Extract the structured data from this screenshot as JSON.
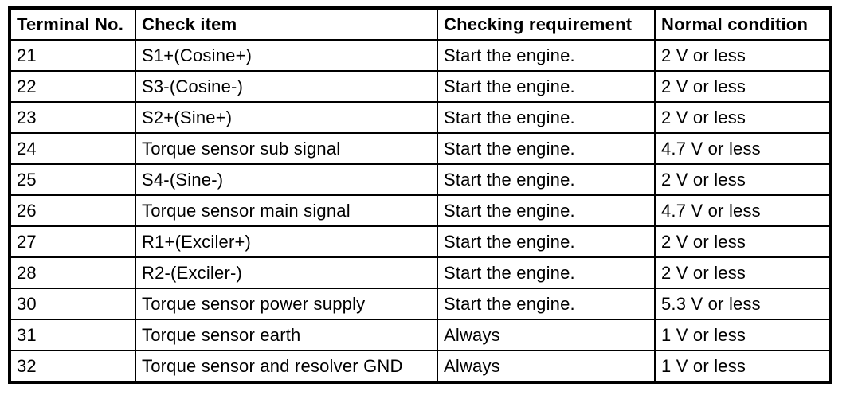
{
  "colors": {
    "background": "#ffffff",
    "border": "#000000",
    "text": "#000000"
  },
  "table": {
    "columns": [
      "Terminal No.",
      "Check item",
      "Checking requirement",
      "Normal condition"
    ],
    "rows": [
      [
        "21",
        "S1+(Cosine+)",
        "Start the engine.",
        "2 V or less"
      ],
      [
        "22",
        "S3-(Cosine-)",
        "Start the engine.",
        "2 V or less"
      ],
      [
        "23",
        "S2+(Sine+)",
        "Start the engine.",
        "2 V or less"
      ],
      [
        "24",
        "Torque sensor sub signal",
        "Start the engine.",
        "4.7 V or less"
      ],
      [
        "25",
        "S4-(Sine-)",
        "Start the engine.",
        "2 V or less"
      ],
      [
        "26",
        "Torque sensor main signal",
        "Start the engine.",
        "4.7 V or less"
      ],
      [
        "27",
        "R1+(Exciler+)",
        "Start the engine.",
        "2 V or less"
      ],
      [
        "28",
        "R2-(Exciler-)",
        "Start the engine.",
        "2 V or less"
      ],
      [
        "30",
        "Torque sensor power supply",
        "Start the engine.",
        "5.3 V or less"
      ],
      [
        "31",
        "Torque sensor earth",
        "Always",
        "1 V or less"
      ],
      [
        "32",
        "Torque sensor and resolver GND",
        "Always",
        "1 V or less"
      ]
    ]
  }
}
